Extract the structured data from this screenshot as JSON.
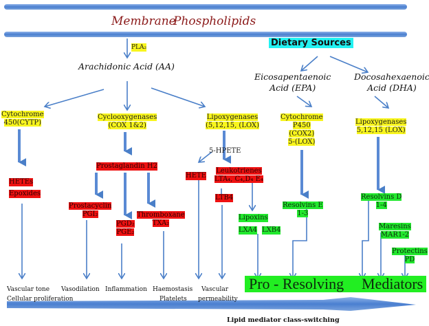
{
  "title": {
    "word1": "Membrane",
    "word2": "Phospholipids"
  },
  "enzyme_pla2": "PLA₂",
  "aa": "Arachidonic Acid  (AA)",
  "dietary": "Dietary    Sources",
  "epa": {
    "line1": "Eicosapentaenoic",
    "line2": "Acid (EPA)"
  },
  "dha": {
    "line1": "Docosahexaenoic",
    "line2": "Acid (DHA)"
  },
  "enzymes": {
    "cyp": {
      "line1": "Cytochrome",
      "line2": "450(CYTP)"
    },
    "cox": {
      "line1": "Cyclooxygenases",
      "line2": "(COX 1&2)"
    },
    "lox": {
      "line1": "Lipoxygenases",
      "line2": "(5,12,15, (LOX)"
    },
    "epa_enz": {
      "line1": "Cytochrome",
      "line2": "P450",
      "line3": "(COX2)",
      "line4": "5-(LOX)"
    },
    "dha_enz": {
      "line1": "Lipoxygenases",
      "line2": "5,12,15 (LOX)"
    }
  },
  "hpete": "5-HPETE",
  "pro_inflammatory": {
    "hetes": "HETEs",
    "epoxides": "Epoxides",
    "pgh2": "Prostaglandin H2",
    "prostacyclin": {
      "line1": "Prostacyclin",
      "line2": "PGI₂"
    },
    "pgd_pge": {
      "line1": "PGD₂",
      "line2": "PGE₂"
    },
    "thromboxane": {
      "line1": "Thromboxane",
      "line2": "TXA₂"
    },
    "hete": "HETE",
    "leukotrienes": {
      "line1": "Leukotrienes",
      "line2": "LTA₄, C₄,D₄ E₄"
    },
    "ltb4": "LTB4"
  },
  "pro_resolving": {
    "lipoxins": "Lipoxins",
    "lxa4": "LXA4",
    "lxb4": "LXB4",
    "resolvins_e": {
      "line1": "Resolvins E",
      "line2": "1-3"
    },
    "resolvins_d": {
      "line1": "Resolvins D",
      "line2": "1-4"
    },
    "maresins": {
      "line1": "Maresins",
      "line2": "MAR1-2"
    },
    "protectins": {
      "line1": "Protectins",
      "line2": "PD"
    }
  },
  "outcomes": {
    "vascular_tone": "Vascular tone",
    "cell_prolif": "Cellular proliferation",
    "vasodilation": "Vasodilation",
    "inflammation": "Inflammation",
    "haemostasis": "Haemostasis",
    "platelets": "Platelets",
    "vascular": "Vascular",
    "permeability": "permeability"
  },
  "pro_banner": {
    "part1": "Pro - Resolving",
    "part2": "Mediators"
  },
  "footer": "Lipid mediator class-switching",
  "colors": {
    "enzyme": "#f8f51d",
    "pro_inflammatory": "#ee1111",
    "pro_resolving": "#22e82e",
    "dietary": "#22f2f2",
    "arrow": "#4a7fc8",
    "title": "#8b1a1a"
  }
}
